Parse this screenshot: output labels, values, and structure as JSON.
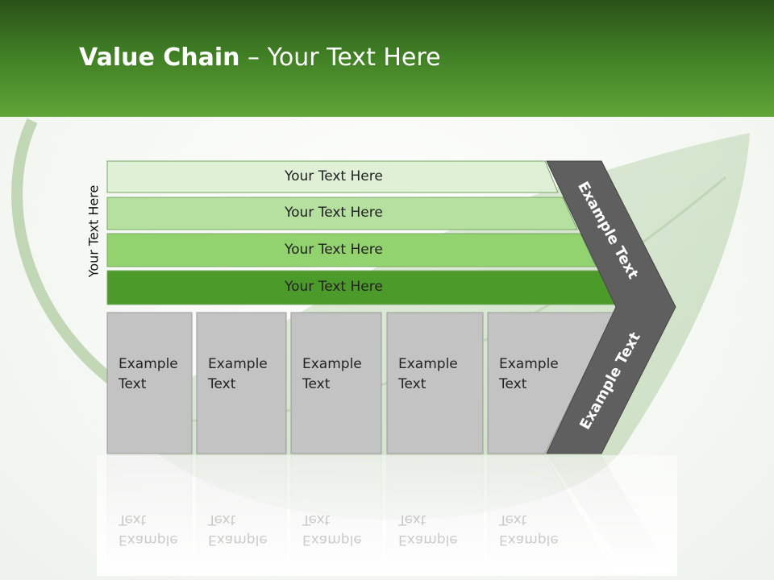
{
  "title": {
    "bold": "Value Chain",
    "rest": " – Your Text Here"
  },
  "vertical_label": "Your Text Here",
  "bars": [
    {
      "label": "Your Text Here",
      "color": "#dff0d6"
    },
    {
      "label": "Your Text Here",
      "color": "#b6e0a0"
    },
    {
      "label": "Your Text Here",
      "color": "#92d26f"
    },
    {
      "label": "Your Text Here",
      "color": "#4c9a2a"
    }
  ],
  "columns": [
    {
      "line1": "Example",
      "line2": "Text"
    },
    {
      "line1": "Example",
      "line2": "Text"
    },
    {
      "line1": "Example",
      "line2": "Text"
    },
    {
      "line1": "Example",
      "line2": "Text"
    },
    {
      "line1": "Example",
      "line2": "Text"
    }
  ],
  "arrow": {
    "upper": "Example Text",
    "lower": "Example Text",
    "color": "#5f5f5f"
  }
}
